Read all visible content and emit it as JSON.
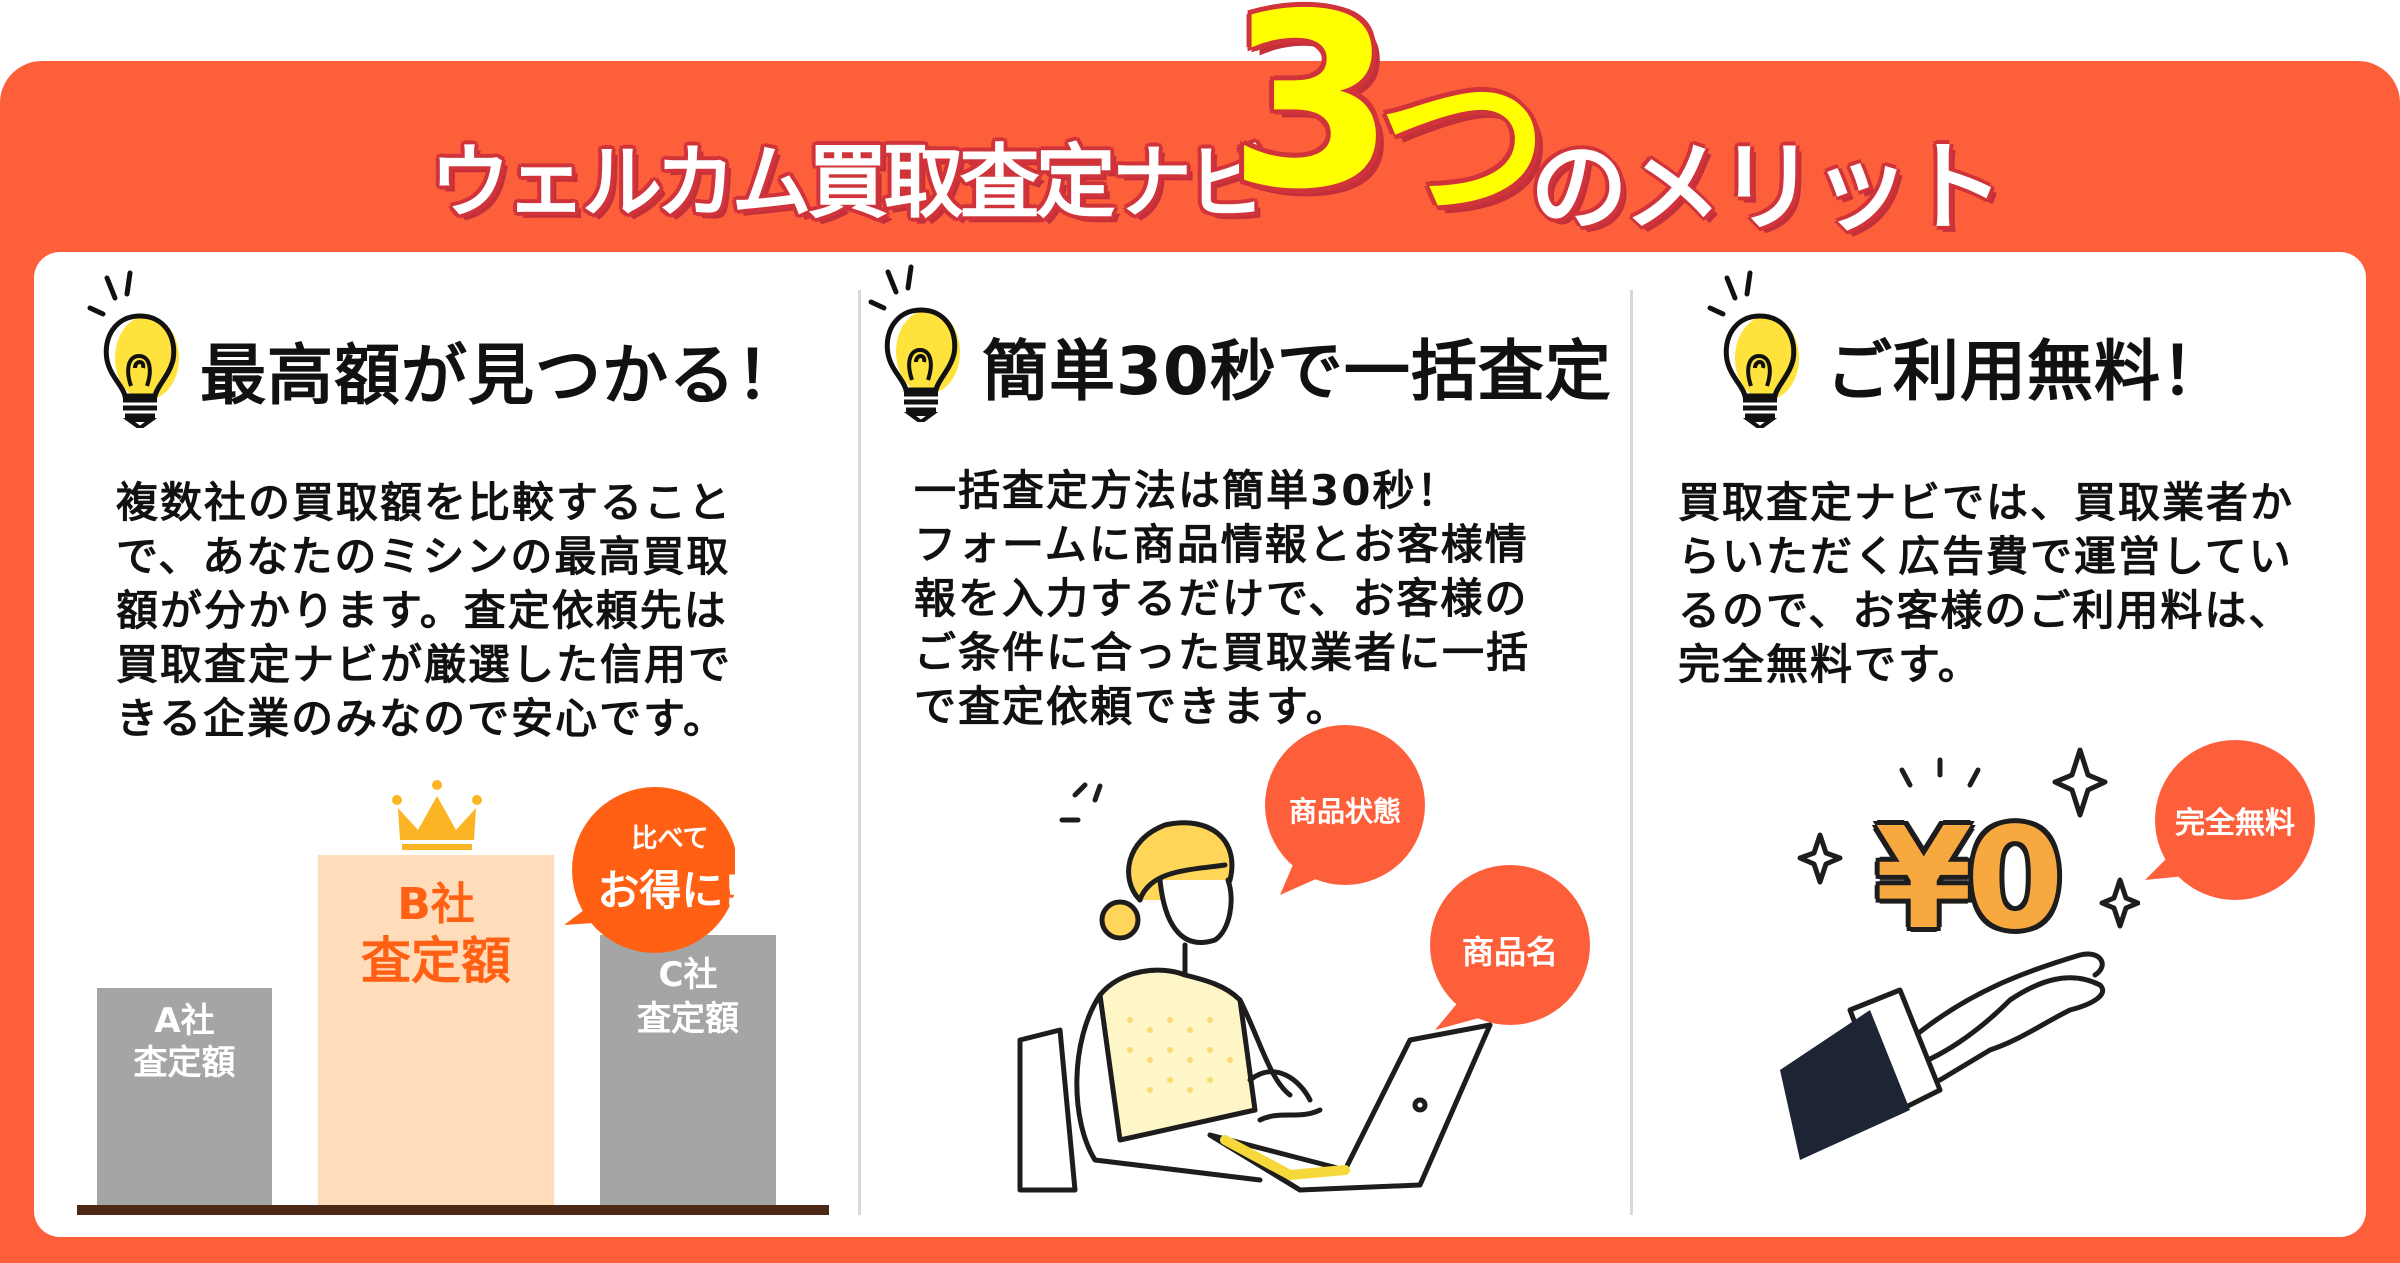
{
  "title": {
    "main": "ウェルカム買取査定ナビ",
    "number": "3",
    "counter": "つ",
    "tail": "のメリット"
  },
  "colors": {
    "banner": "#FE5F3B",
    "title_yellow": "#FFFF00",
    "bar_gray": "#A5A5A5",
    "bar_highlight": "#FFDCBA",
    "accent_orange": "#FF6014",
    "floor": "#4E2817"
  },
  "columns": [
    {
      "heading": "最高額が見つかる！",
      "icon": "lightbulb-icon",
      "body": [
        "複数社の買取額を比較すること",
        "で、あなたのミシンの最高買取",
        "額が分かります。査定依頼先は",
        "買取査定ナビが厳選した信用で",
        "きる企業のみなので安心です。"
      ]
    },
    {
      "heading": "簡単30秒で一括査定",
      "icon": "lightbulb-icon",
      "body": [
        "一括査定方法は簡単30秒！",
        "フォームに商品情報とお客様情",
        "報を入力するだけで、お客様の",
        "ご条件に合った買取業者に一括",
        "で査定依頼できます。"
      ]
    },
    {
      "heading": "ご利用無料！",
      "icon": "lightbulb-icon",
      "body": [
        "買取査定ナビでは、買取業者か",
        "らいただく広告費で運営してい",
        "るので、お客様のご利用料は、",
        "完全無料です。"
      ]
    }
  ],
  "comparison": {
    "bars": [
      {
        "company": "A社",
        "label": "査定額",
        "relative_height": 0.62
      },
      {
        "company": "B社",
        "label": "査定額",
        "relative_height": 1.0,
        "highlight": true
      },
      {
        "company": "C社",
        "label": "査定額",
        "relative_height": 0.77
      }
    ],
    "bubble_small": "比べて",
    "bubble_large": "お得に!"
  },
  "form_bubbles": [
    "商品状態",
    "商品名"
  ],
  "free": {
    "price": "¥0",
    "bubble": "完全無料"
  }
}
